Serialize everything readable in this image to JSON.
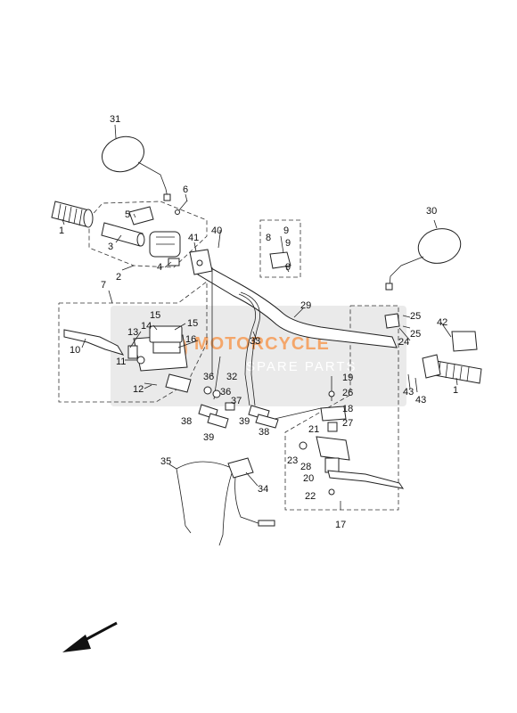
{
  "diagram": {
    "callouts": [
      "1",
      "2",
      "3",
      "4",
      "5",
      "6",
      "7",
      "8",
      "9",
      "10",
      "11",
      "12",
      "13",
      "14",
      "15",
      "16",
      "17",
      "18",
      "19",
      "20",
      "21",
      "22",
      "23",
      "24",
      "25",
      "26",
      "27",
      "28",
      "29",
      "30",
      "31",
      "32",
      "33",
      "34",
      "35",
      "36",
      "37",
      "38",
      "39",
      "40",
      "41",
      "42",
      "43"
    ]
  },
  "watermark": {
    "line1": "MOTORCYCLE",
    "line2": "SPARE PARTS"
  },
  "icons": {
    "direction": "front-arrow-icon"
  }
}
